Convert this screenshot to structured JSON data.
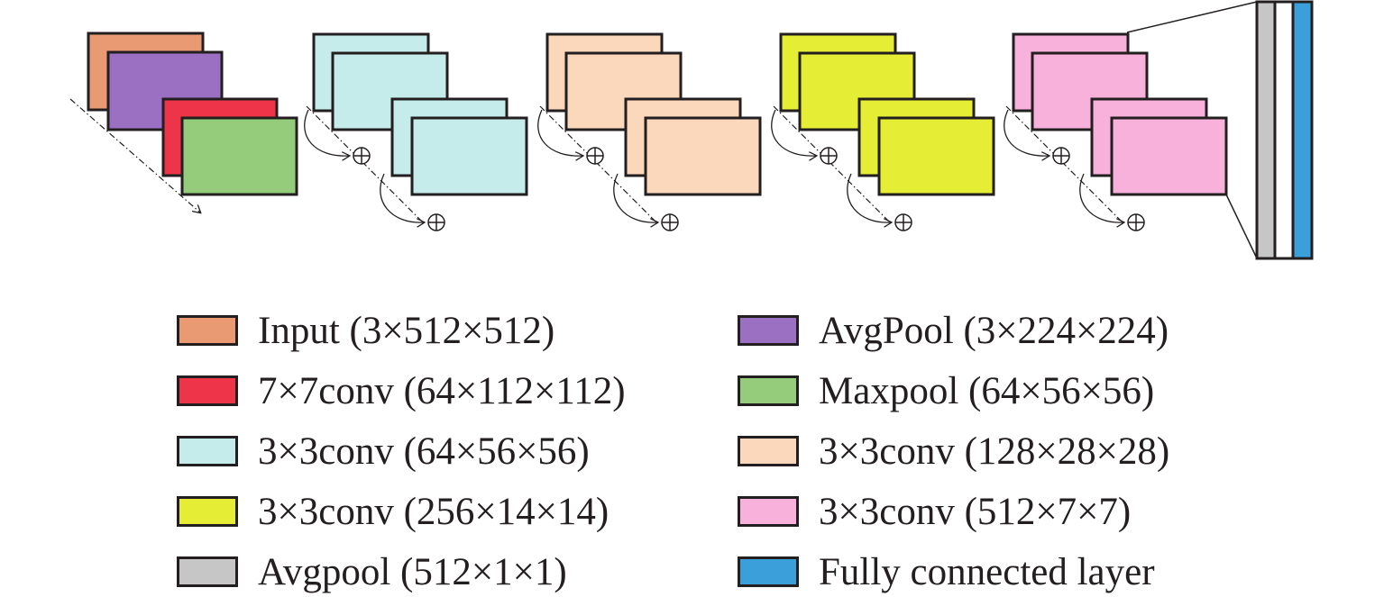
{
  "colors": {
    "input": "#ea9a73",
    "avgpool_in": "#9b70c2",
    "conv7": "#ee3448",
    "maxpool": "#95cc7b",
    "conv3_64": "#c5ebea",
    "conv3_128": "#fbd7bb",
    "conv3_256": "#e5ed34",
    "conv3_512": "#f7b1da",
    "avgpool_out": "#c6c6c6",
    "fc": "#3b9fda",
    "stroke": "#231f20"
  },
  "diagram": {
    "stem": [
      "input",
      "avgpool_in",
      "conv7",
      "maxpool"
    ],
    "stages": [
      "conv3_64",
      "conv3_128",
      "conv3_256",
      "conv3_512"
    ],
    "residual_symbol": "⊕",
    "head": [
      "avgpool_out",
      "fc"
    ]
  },
  "legend": {
    "left": [
      {
        "label": "Input (3×512×512)",
        "color": "#ea9a73"
      },
      {
        "label": "7×7conv (64×112×112)",
        "color": "#ee3448"
      },
      {
        "label": "3×3conv (64×56×56)",
        "color": "#c5ebea"
      },
      {
        "label": "3×3conv (256×14×14)",
        "color": "#e5ed34"
      },
      {
        "label": "Avgpool (512×1×1)",
        "color": "#c6c6c6"
      }
    ],
    "right": [
      {
        "label": "AvgPool (3×224×224)",
        "color": "#9b70c2"
      },
      {
        "label": "Maxpool (64×56×56)",
        "color": "#95cc7b"
      },
      {
        "label": "3×3conv (128×28×28)",
        "color": "#fbd7bb"
      },
      {
        "label": "3×3conv (512×7×7)",
        "color": "#f7b1da"
      },
      {
        "label": "Fully connected layer",
        "color": "#3b9fda"
      }
    ]
  }
}
